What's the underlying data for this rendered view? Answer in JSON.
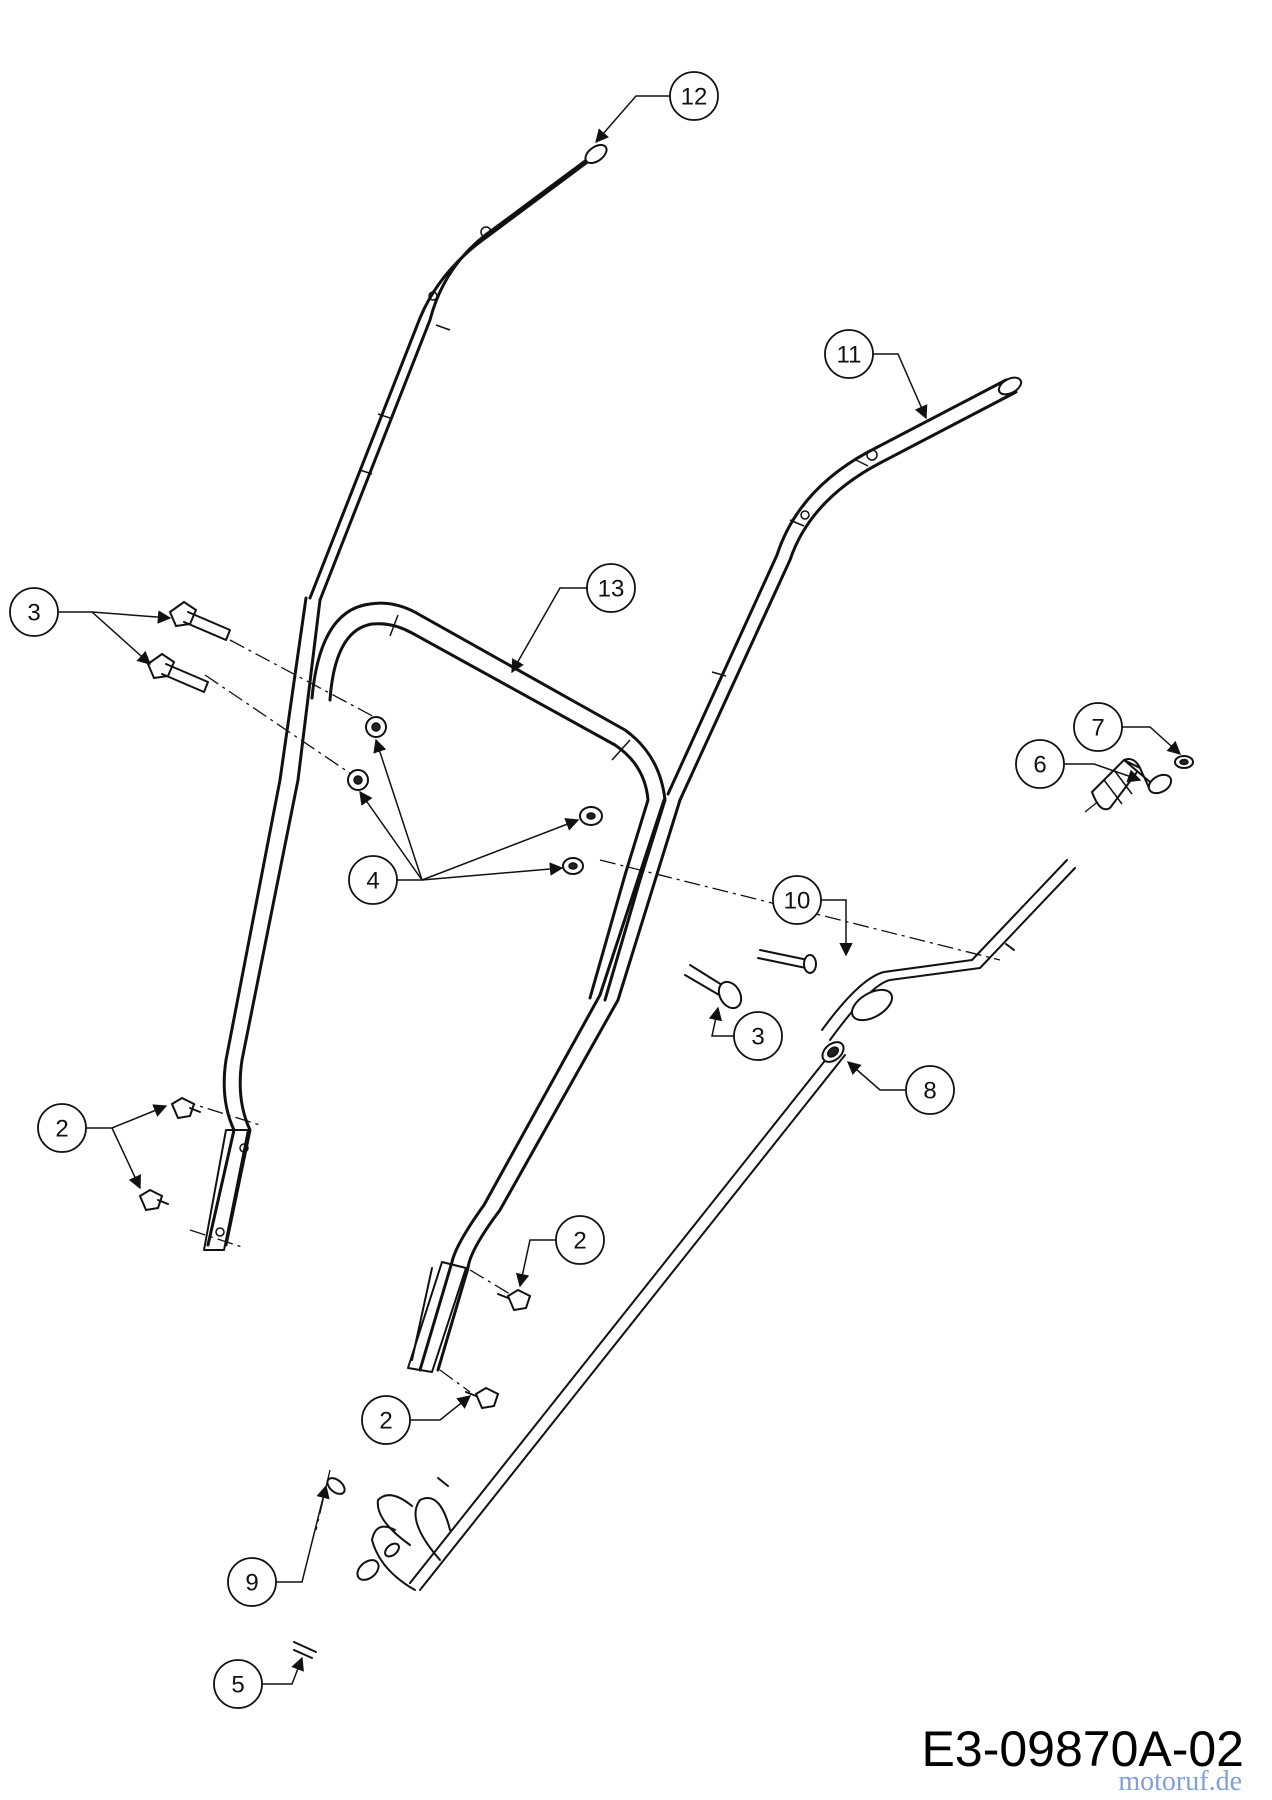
{
  "callouts": [
    {
      "label": "12"
    },
    {
      "label": "11"
    },
    {
      "label": "13"
    },
    {
      "label": "3"
    },
    {
      "label": "7"
    },
    {
      "label": "6"
    },
    {
      "label": "4"
    },
    {
      "label": "10"
    },
    {
      "label": "3"
    },
    {
      "label": "8"
    },
    {
      "label": "2"
    },
    {
      "label": "2"
    },
    {
      "label": "2"
    },
    {
      "label": "9"
    },
    {
      "label": "5"
    }
  ],
  "drawing_code": "E3-09870A-02",
  "watermark": "motoruf.de"
}
